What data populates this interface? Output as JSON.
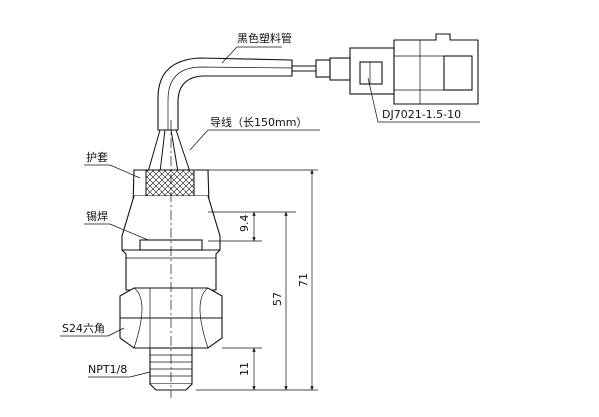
{
  "labels": {
    "tube": "黑色塑料管",
    "wire": "导线（长150mm）",
    "sleeve": "护套",
    "solder": "锡焊",
    "hex": "S24六角",
    "thread": "NPT1/8",
    "connector": "DJ7021-1.5-10"
  },
  "dimensions": {
    "d_94": "9.4",
    "d_57": "57",
    "d_71": "71",
    "d_11": "11"
  }
}
